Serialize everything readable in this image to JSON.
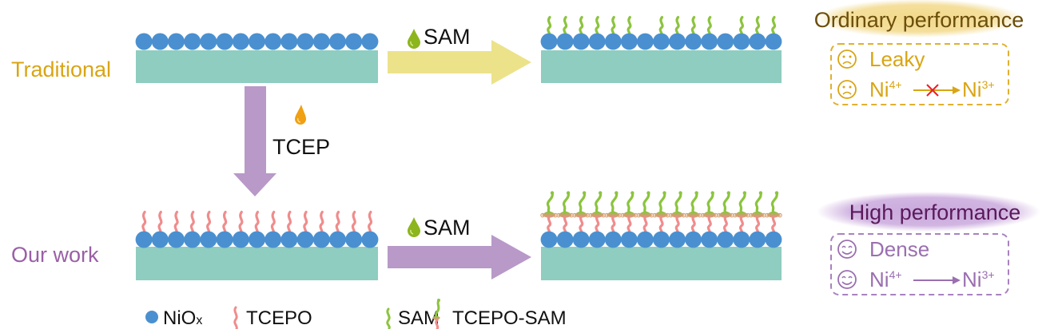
{
  "rows": {
    "traditional": {
      "label": "Traditional",
      "color": "#d9a514"
    },
    "our_work": {
      "label": "Our work",
      "color": "#9a5fa6"
    }
  },
  "steps": {
    "sam_top": {
      "label": "SAM",
      "drop_color": "#8db51e",
      "arrow_color": "#ece28a"
    },
    "tcep": {
      "label": "TCEP",
      "drop_color": "#f0a012",
      "arrow_color": "#b899c8"
    },
    "sam_bottom": {
      "label": "SAM",
      "drop_color": "#8db51e",
      "arrow_color": "#b899c8"
    }
  },
  "films": {
    "nio_count": 15,
    "top_left_chains": "none",
    "top_right_sam_missing_positions": [
      7,
      12
    ],
    "bottom_left_chains": "TCEPO",
    "bottom_right_chains": "TCEPO-SAM"
  },
  "outcomes": {
    "ordinary": {
      "title": "Ordinary performance",
      "items": [
        {
          "icon": "sad-face-icon",
          "text": "Leaky"
        },
        {
          "icon": "sad-face-icon",
          "from": "Ni",
          "from_sup": "4+",
          "to": "Ni",
          "to_sup": "3+",
          "blocked": true
        }
      ],
      "color": "#d9a514",
      "title_color": "#6b4e0c",
      "glow": "#f2d98a"
    },
    "high": {
      "title": "High performance",
      "items": [
        {
          "icon": "smile-face-icon",
          "text": "Dense"
        },
        {
          "icon": "smile-face-icon",
          "from": "Ni",
          "from_sup": "4+",
          "to": "Ni",
          "to_sup": "3+",
          "blocked": false
        }
      ],
      "color": "#9a6fb0",
      "title_color": "#5a1a5c",
      "glow": "#c9a8dc"
    }
  },
  "legend": [
    {
      "label": "NiOx",
      "icon": "nio-particle-icon"
    },
    {
      "label": "TCEPO",
      "icon": "tcepo-chain-icon"
    },
    {
      "label": "SAM",
      "icon": "sam-chain-icon"
    },
    {
      "label": "TCEPO-SAM",
      "icon": "tcepo-sam-chain-icon"
    }
  ],
  "colors": {
    "substrate": "#8ecdc0",
    "nio": "#4a90d0",
    "tcepo": "#f08c8c",
    "sam": "#8cc43e",
    "block_x": "#e8202a"
  }
}
